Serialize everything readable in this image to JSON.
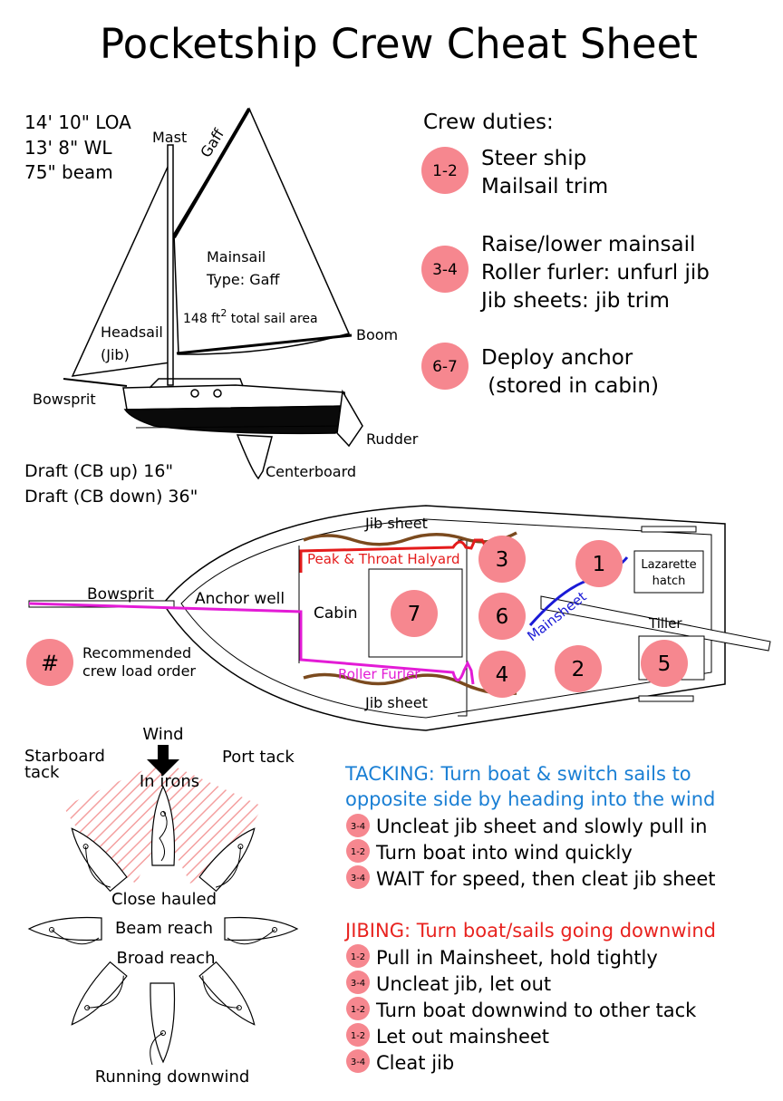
{
  "title": "Pocketship Crew Cheat Sheet",
  "specs": [
    "14' 10\" LOA",
    "13' 8\" WL",
    "75\" beam"
  ],
  "drafts": [
    "Draft (CB up) 16\"",
    "Draft (CB down) 36\""
  ],
  "side_labels": {
    "mast": "Mast",
    "gaff": "Gaff",
    "mainsail": "Mainsail",
    "mainsail_type": "Type: Gaff",
    "sail_area_prefix": "148 ft",
    "sail_area_sup": "2",
    "sail_area_suffix": " total sail area",
    "headsail": "Headsail",
    "jib": "(Jib)",
    "boom": "Boom",
    "bowsprit": "Bowsprit",
    "rudder": "Rudder",
    "centerboard": "Centerboard"
  },
  "crew_duties": {
    "heading": "Crew duties:",
    "groups": [
      {
        "badge": "1-2",
        "lines": [
          "Steer ship",
          "Mailsail trim"
        ]
      },
      {
        "badge": "3-4",
        "lines": [
          "Raise/lower mainsail",
          "Roller furler: unfurl jib",
          "Jib sheets: jib trim"
        ]
      },
      {
        "badge": "6-7",
        "lines": [
          "Deploy anchor",
          " (stored in cabin)"
        ]
      }
    ]
  },
  "deck_plan": {
    "labels": {
      "jib_sheet_top": "Jib sheet",
      "jib_sheet_bottom": "Jib sheet",
      "peak_throat": "Peak & Throat Halyard",
      "roller_furler": "Roller Furler",
      "bowsprit": "Bowsprit",
      "anchor_well": "Anchor well",
      "cabin": "Cabin",
      "mainsheet": "Mainsheet",
      "tiller": "Tiller",
      "lazarette_1": "Lazarette",
      "lazarette_2": "hatch"
    },
    "positions": [
      "1",
      "2",
      "3",
      "4",
      "5",
      "6",
      "7"
    ],
    "legend_symbol": "#",
    "legend_lines": [
      "Recommended",
      "crew load order"
    ]
  },
  "points_of_sail": {
    "wind": "Wind",
    "starboard": [
      "Starboard",
      "tack"
    ],
    "port": "Port tack",
    "in_irons": "In irons",
    "close_hauled": "Close hauled",
    "beam_reach": "Beam reach",
    "broad_reach": "Broad reach",
    "running": "Running downwind"
  },
  "tacking": {
    "heading": [
      "TACKING: Turn boat & switch sails to",
      "opposite side by heading into the wind"
    ],
    "color": "#1a7fd4",
    "steps": [
      {
        "badge": "3-4",
        "text": "Uncleat jib sheet and slowly pull in"
      },
      {
        "badge": "1-2",
        "text": "Turn boat into wind quickly"
      },
      {
        "badge": "3-4",
        "text": "WAIT for speed, then cleat jib sheet"
      }
    ]
  },
  "jibing": {
    "heading": "JIBING: Turn boat/sails going downwind",
    "color": "#e8231f",
    "steps": [
      {
        "badge": "1-2",
        "text": "Pull in Mainsheet, hold tightly"
      },
      {
        "badge": "3-4",
        "text": "Uncleat jib, let out"
      },
      {
        "badge": "1-2",
        "text": "Turn boat downwind to other tack"
      },
      {
        "badge": "1-2",
        "text": "Let out mainsheet"
      },
      {
        "badge": "3-4",
        "text": "Cleat jib"
      }
    ]
  },
  "colors": {
    "badge": "#f6878f",
    "rope_brown": "#7b4a1e",
    "halyard_red": "#e41b1b",
    "furler_magenta": "#e31bd6",
    "mainsheet_blue": "#1a1ad6",
    "hatch_red": "#f4a0a0"
  }
}
